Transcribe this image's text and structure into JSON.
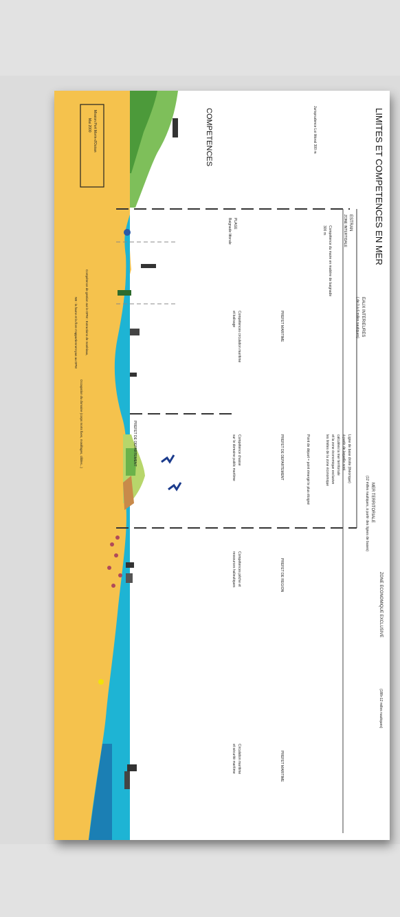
{
  "doc": {
    "title": "LIMITES ET COMPETENCES EN MER",
    "competences_heading": "COMPETENCES",
    "legal_basis": "Jurisprudence Loi littoral  300 m",
    "estran_label": "ESTRAN",
    "zone_intertidale": "ZONE INTERTIDALE",
    "plage_label": "PLAGE",
    "baignade_label": "Baignade littorale",
    "competence_maire": "Compétence du maire en matière de baignade",
    "competence_maire_dist": "300 m",
    "eaux_interieures": "EAUX INTERIEURES",
    "eaux_interieures_sub": "( de 0 à 6 milles nautiques)",
    "mer_territoriale": "MER TERRITORIALE",
    "mer_territoriale_sub": "(12 milles nautiques, à partir des lignes de bases)",
    "zee": "ZONE ECONOMIQUE EXCLUSIVE",
    "zee_sub": "(188+12 milles nautiques)",
    "ligne_base": [
      "Ligne de base droite (théorique)",
      "à partir de laquelle sont",
      "calculées la mer territoriale",
      "et la zone économique exclusive",
      "les limites de la zone économique"
    ],
    "point_depart": "Point de départ = point émergé le plus éloigné",
    "prefet_maritime_1": "PREFET MARITIME",
    "competence_circulation": [
      "Compétences circulation maritime",
      "et balisage"
    ],
    "prefet_departement_1": "PREFET DE DEPARTEMENT",
    "competence_chasse": [
      "Compétence chasse",
      "sur le domaine public maritime"
    ],
    "prefet_region": "PREFET DE REGION",
    "competence_peche": [
      "Compétences pêche et",
      "ressources halieutiques"
    ],
    "prefet_maritime_2": "PREFET MARITIME",
    "circulation_securite": [
      "Circulation maritime",
      "et sécurité maritime"
    ],
    "mission_box": [
      "Mission Port Morin-d'Océan",
      "Mai 2000"
    ],
    "prefet_departement_2": "PREFET DE DEPARTEMENT",
    "gestion_dpm": "Compétence de gestion sur le DPM : Extractions de matériaux,",
    "occupation": "Occupation du domaine (corps morts fixes, mouillages, câbles...)",
    "nb_note": "NB : la faune et la flore n'appartiennent pas au DPM"
  },
  "colors": {
    "sand": "#f5c24d",
    "sea": "#1eb4d4",
    "deep_sea": "#1b7fb4",
    "text": "#222222"
  }
}
